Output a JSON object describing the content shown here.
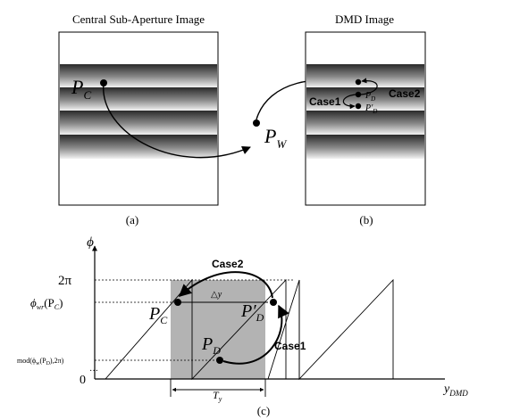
{
  "panel_a": {
    "title": "Central Sub-Aperture Image",
    "caption": "(a)",
    "point_label": "P",
    "point_sub": "C"
  },
  "panel_b": {
    "title": "DMD Image",
    "caption": "(b)",
    "pw_label": "P",
    "pw_sub": "W",
    "pd_label": "P",
    "pd_sub": "D",
    "pdp_label": "P′",
    "pdp_sub": "D",
    "case1": "Case1",
    "case2": "Case2"
  },
  "panel_c": {
    "caption": "(c)",
    "y_axis_symbol": "ϕ",
    "x_axis_symbol": "y",
    "x_axis_sub": "DMD",
    "tick_2pi": "2π",
    "tick_phiwr": "ϕ",
    "tick_phiwr_sub": "wr",
    "tick_phiwr_arg": "(P",
    "tick_phiwr_arg_sub": "C",
    "tick_phiwr_close": ")",
    "tick_mod": "mod(ϕ",
    "tick_mod_sub": "w",
    "tick_mod_arg": "(P",
    "tick_mod_arg_sub": "D",
    "tick_mod_close": "),2π)",
    "tick_zero": "0",
    "tick_dots": "···",
    "delta_y": "△y",
    "ty_label": "T",
    "ty_sub": "y",
    "pc_label": "P",
    "pc_sub": "C",
    "pd_label": "P",
    "pd_sub": "D",
    "pdp_label": "P′",
    "pdp_sub": "D",
    "case1": "Case1",
    "case2": "Case2"
  }
}
